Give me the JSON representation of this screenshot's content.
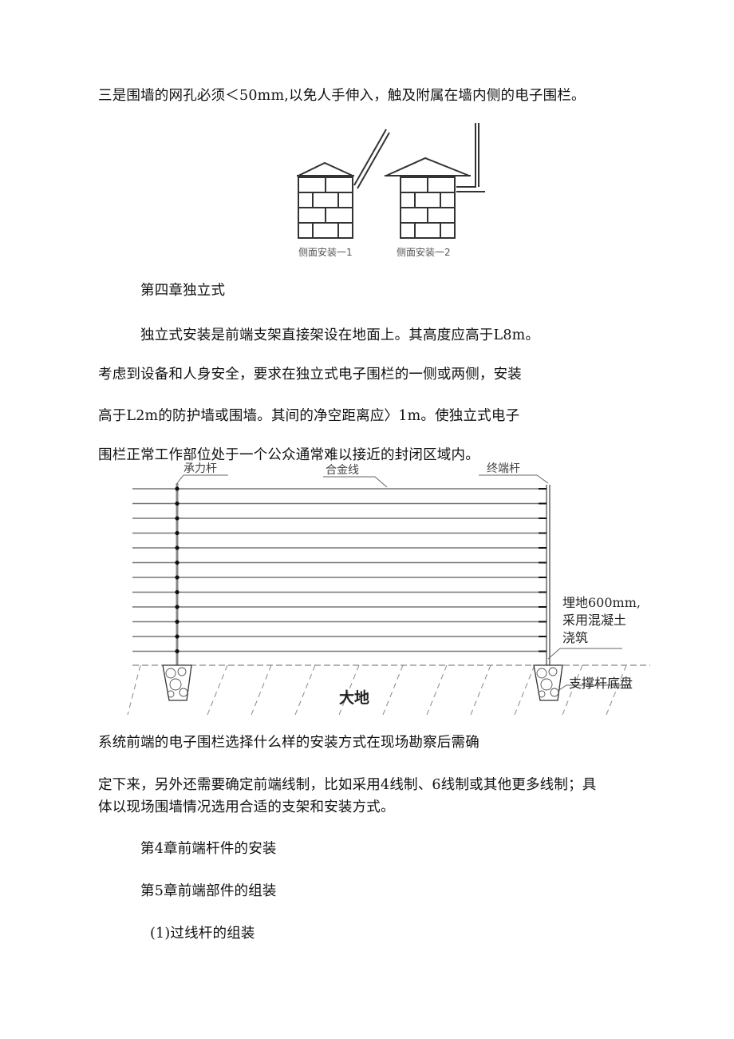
{
  "document": {
    "paragraphs": [
      "三是围墙的网孔必须＜50mm,以免人手伸入，触及附属在墙内侧的电子围栏。",
      "第四章独立式",
      "独立式安装是前端支架直接架设在地面上。其高度应高于L8m。",
      "考虑到设备和人身安全，要求在独立式电子围栏的一侧或两侧，安装",
      "高于L2m的防护墙或围墙。其间的净空距离应〉1m。使独立式电子",
      "围栏正常工作部位处于一个公众通常难以接近的封闭区域内。",
      "系统前端的电子围栏选择什么样的安装方式在现场勘察后需确",
      "定下来，另外还需要确定前端线制，比如采用4线制、6线制或其他更多线制；具",
      "体以现场围墙情况选用合适的支架和安装方式。",
      "第4章前端杆件的安装",
      "第5章前端部件的组装",
      "(1)过线杆的组装"
    ]
  },
  "figure_wall": {
    "captions": [
      "侧面安装一1",
      "侧面安装一2"
    ]
  },
  "figure_fence": {
    "labels": {
      "load_pole": "承力杆",
      "alloy_wire": "合金线",
      "end_pole": "终端杆",
      "buried_line1": "埋地600mm,",
      "buried_line2": "采用混凝土",
      "buried_line3": "浇筑",
      "base": "支撑杆底盘",
      "ground": "大地"
    },
    "wire_count": 12
  },
  "colors": {
    "text": "#111111",
    "line": "#555555",
    "wire": "#777777"
  }
}
